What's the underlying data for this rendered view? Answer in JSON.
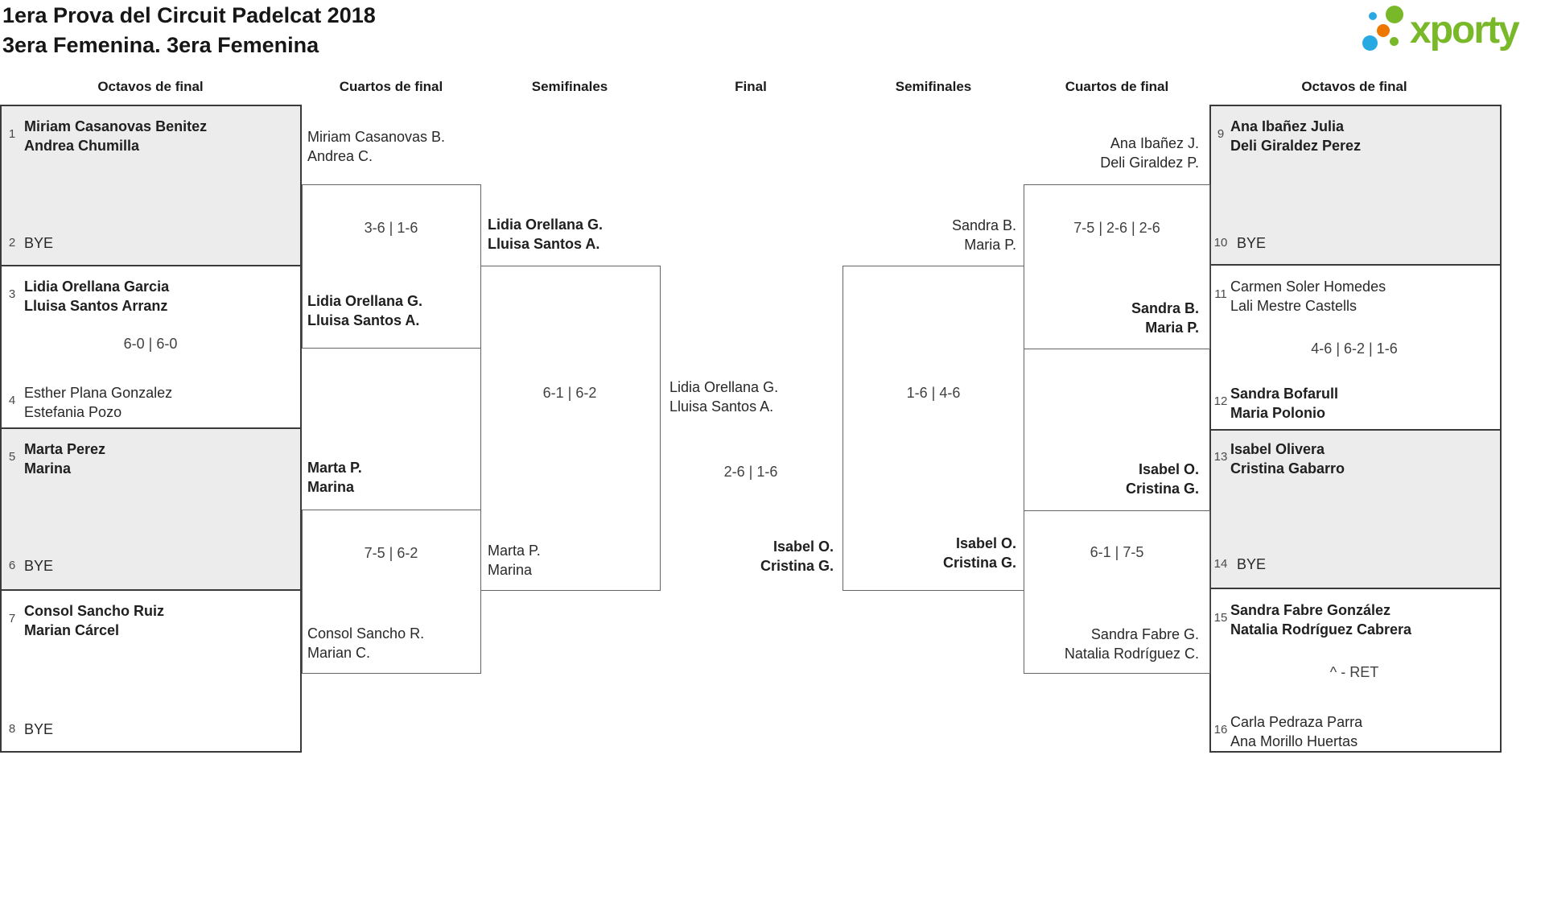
{
  "title": {
    "line1": "1era Prova del Circuit Padelcat 2018",
    "line2": "3era Femenina. 3era Femenina"
  },
  "logo": {
    "text": "xporty",
    "green": "#79b829",
    "blue": "#29a9e1",
    "orange": "#ee7702"
  },
  "round_headers": {
    "octavos_left": "Octavos de final",
    "cuartos_left": "Cuartos de final",
    "semis_left": "Semifinales",
    "final": "Final",
    "semis_right": "Semifinales",
    "cuartos_right": "Cuartos de final",
    "octavos_right": "Octavos de final"
  },
  "octavos": {
    "left": [
      {
        "teamA": {
          "seed": "1",
          "name1": "Miriam Casanovas Benitez",
          "name2": "Andrea Chumilla"
        },
        "score": "",
        "teamB": {
          "seed": "2",
          "name1": "BYE",
          "name2": ""
        }
      },
      {
        "teamA": {
          "seed": "3",
          "name1": "Lidia Orellana Garcia",
          "name2": "Lluisa Santos Arranz"
        },
        "score": "6-0 | 6-0",
        "teamB": {
          "seed": "4",
          "name1": "Esther Plana Gonzalez",
          "name2": "Estefania Pozo"
        }
      },
      {
        "teamA": {
          "seed": "5",
          "name1": "Marta Perez",
          "name2": "Marina"
        },
        "score": "",
        "teamB": {
          "seed": "6",
          "name1": "BYE",
          "name2": ""
        }
      },
      {
        "teamA": {
          "seed": "7",
          "name1": "Consol Sancho Ruiz",
          "name2": "Marian Cárcel"
        },
        "score": "",
        "teamB": {
          "seed": "8",
          "name1": "BYE",
          "name2": ""
        }
      }
    ],
    "right": [
      {
        "teamA": {
          "seed": "9",
          "name1": "Ana Ibañez Julia",
          "name2": "Deli Giraldez Perez"
        },
        "score": "",
        "teamB": {
          "seed": "10",
          "name1": "BYE",
          "name2": ""
        }
      },
      {
        "teamA": {
          "seed": "11",
          "name1": "Carmen Soler Homedes",
          "name2": "Lali Mestre Castells"
        },
        "score": "4-6 | 6-2 | 1-6",
        "teamB": {
          "seed": "12",
          "name1": "Sandra Bofarull",
          "name2": "Maria Polonio"
        }
      },
      {
        "teamA": {
          "seed": "13",
          "name1": "Isabel Olivera",
          "name2": "Cristina Gabarro"
        },
        "score": "",
        "teamB": {
          "seed": "14",
          "name1": "BYE",
          "name2": ""
        }
      },
      {
        "teamA": {
          "seed": "15",
          "name1": "Sandra Fabre González",
          "name2": "Natalia Rodríguez Cabrera"
        },
        "score": "^ - RET",
        "teamB": {
          "seed": "16",
          "name1": "Carla Pedraza Parra",
          "name2": "Ana Morillo Huertas"
        }
      }
    ]
  },
  "cuartos": {
    "left": [
      {
        "teamA": {
          "name1": "Miriam Casanovas B.",
          "name2": "Andrea C."
        },
        "score": "3-6 | 1-6",
        "teamB": {
          "name1": "Lidia Orellana G.",
          "name2": "Lluisa Santos A."
        }
      },
      {
        "teamA": {
          "name1": "Marta P.",
          "name2": "Marina"
        },
        "score": "7-5 | 6-2",
        "teamB": {
          "name1": "Consol Sancho R.",
          "name2": "Marian C."
        }
      }
    ],
    "right": [
      {
        "teamA": {
          "name1": "Ana Ibañez J.",
          "name2": "Deli Giraldez P."
        },
        "score": "7-5 | 2-6 | 2-6",
        "teamB": {
          "name1": "Sandra B.",
          "name2": "Maria P."
        }
      },
      {
        "teamA": {
          "name1": "Isabel O.",
          "name2": "Cristina G."
        },
        "score": "6-1 | 7-5",
        "teamB": {
          "name1": "Sandra Fabre G.",
          "name2": "Natalia Rodríguez C."
        }
      }
    ]
  },
  "semifinales": {
    "left": {
      "teamA": {
        "name1": "Lidia Orellana G.",
        "name2": "Lluisa Santos A."
      },
      "score": "6-1 | 6-2",
      "teamB": {
        "name1": "Marta P.",
        "name2": "Marina"
      }
    },
    "right": {
      "teamA": {
        "name1": "Sandra B.",
        "name2": "Maria P."
      },
      "score": "1-6 | 4-6",
      "teamB": {
        "name1": "Isabel O.",
        "name2": "Cristina G."
      }
    }
  },
  "final": {
    "teamA": {
      "name1": "Lidia Orellana G.",
      "name2": "Lluisa Santos A."
    },
    "score": "2-6 | 1-6",
    "teamB": {
      "name1": "Isabel O.",
      "name2": "Cristina G."
    }
  }
}
